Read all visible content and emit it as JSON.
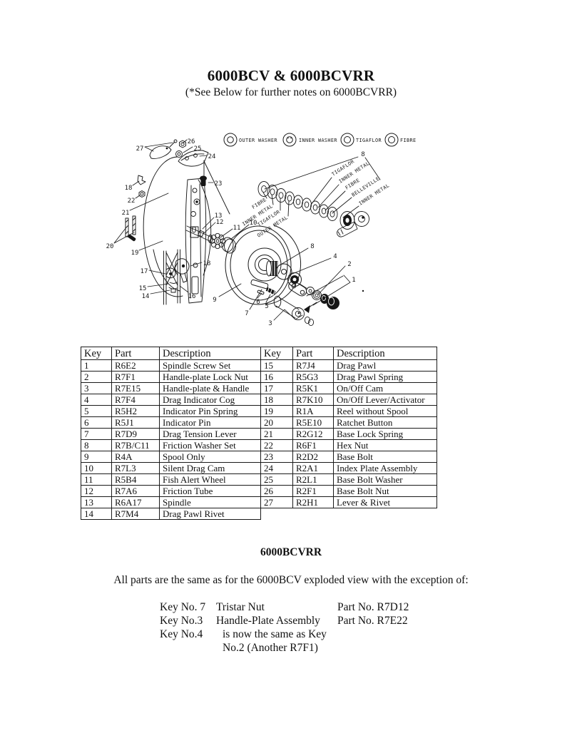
{
  "page": {
    "title": "6000BCV & 6000BCVRR",
    "subtitle": "(*See Below for further notes on 6000BCVRR)"
  },
  "diagram": {
    "legend": [
      {
        "label": "OUTER WASHER"
      },
      {
        "label": "INNER WASHER"
      },
      {
        "label": "TIGAFLOR"
      },
      {
        "label": "FIBRE"
      }
    ],
    "stack_labels_left": [
      "FIBRE",
      "INNER METAL",
      "TIGAFLOR",
      "OUTER METAL"
    ],
    "stack_labels_right": [
      "TIGAFLOR",
      "INNER METAL",
      "FIBRE",
      "BELLEVILLE",
      "INNER METAL"
    ],
    "callouts": [
      "27",
      "26",
      "25",
      "24",
      "23",
      "18",
      "22",
      "21",
      "20",
      "19",
      "17",
      "15",
      "14",
      "16",
      "18",
      "13",
      "12",
      "11",
      "10",
      "9",
      "8",
      "8",
      "4",
      "2",
      "1",
      "7",
      "6",
      "5",
      "3"
    ]
  },
  "table": {
    "headers": [
      "Key",
      "Part",
      "Description"
    ],
    "left_rows": [
      [
        "1",
        "R6E2",
        "Spindle Screw Set"
      ],
      [
        "2",
        "R7F1",
        "Handle-plate Lock Nut"
      ],
      [
        "3",
        "R7E15",
        "Handle-plate & Handle"
      ],
      [
        "4",
        "R7F4",
        "Drag Indicator Cog"
      ],
      [
        "5",
        "R5H2",
        "Indicator Pin Spring"
      ],
      [
        "6",
        "R5J1",
        "Indicator Pin"
      ],
      [
        "7",
        "R7D9",
        "Drag Tension Lever"
      ],
      [
        "8",
        "R7B/C11",
        "Friction Washer Set"
      ],
      [
        "9",
        "R4A",
        "Spool Only"
      ],
      [
        "10",
        "R7L3",
        "Silent Drag Cam"
      ],
      [
        "11",
        "R5B4",
        "Fish Alert Wheel"
      ],
      [
        "12",
        "R7A6",
        "Friction Tube"
      ],
      [
        "13",
        "R6A17",
        "Spindle"
      ],
      [
        "14",
        "R7M4",
        "Drag Pawl Rivet"
      ]
    ],
    "right_rows": [
      [
        "15",
        "R7J4",
        "Drag Pawl"
      ],
      [
        "16",
        "R5G3",
        "Drag Pawl Spring"
      ],
      [
        "17",
        "R5K1",
        "On/Off Cam"
      ],
      [
        "18",
        "R7K10",
        "On/Off Lever/Activator"
      ],
      [
        "19",
        "R1A",
        "Reel without Spool"
      ],
      [
        "20",
        "R5E10",
        "Ratchet Button"
      ],
      [
        "21",
        "R2G12",
        "Base Lock Spring"
      ],
      [
        "22",
        "R6F1",
        "Hex Nut"
      ],
      [
        "23",
        "R2D2",
        "Base Bolt"
      ],
      [
        "24",
        "R2A1",
        "Index Plate Assembly"
      ],
      [
        "25",
        "R2L1",
        "Base Bolt Washer"
      ],
      [
        "26",
        "R2F1",
        "Base Bolt Nut"
      ],
      [
        "27",
        "R2H1",
        "Lever & Rivet"
      ]
    ]
  },
  "bcvrr": {
    "heading": "6000BCVRR",
    "intro": "All parts are the same as for the 6000BCV exploded view with the exception of:",
    "notes": [
      {
        "key": "Key No. 7",
        "mid": "Tristar Nut",
        "part": "Part No. R7D12"
      },
      {
        "key": "Key No.3",
        "mid": "Handle-Plate Assembly",
        "part": "Part No. R7E22"
      },
      {
        "key": "Key No.4",
        "mid": "is now the same as  Key No.2 (Another R7F1)",
        "part": ""
      }
    ]
  }
}
